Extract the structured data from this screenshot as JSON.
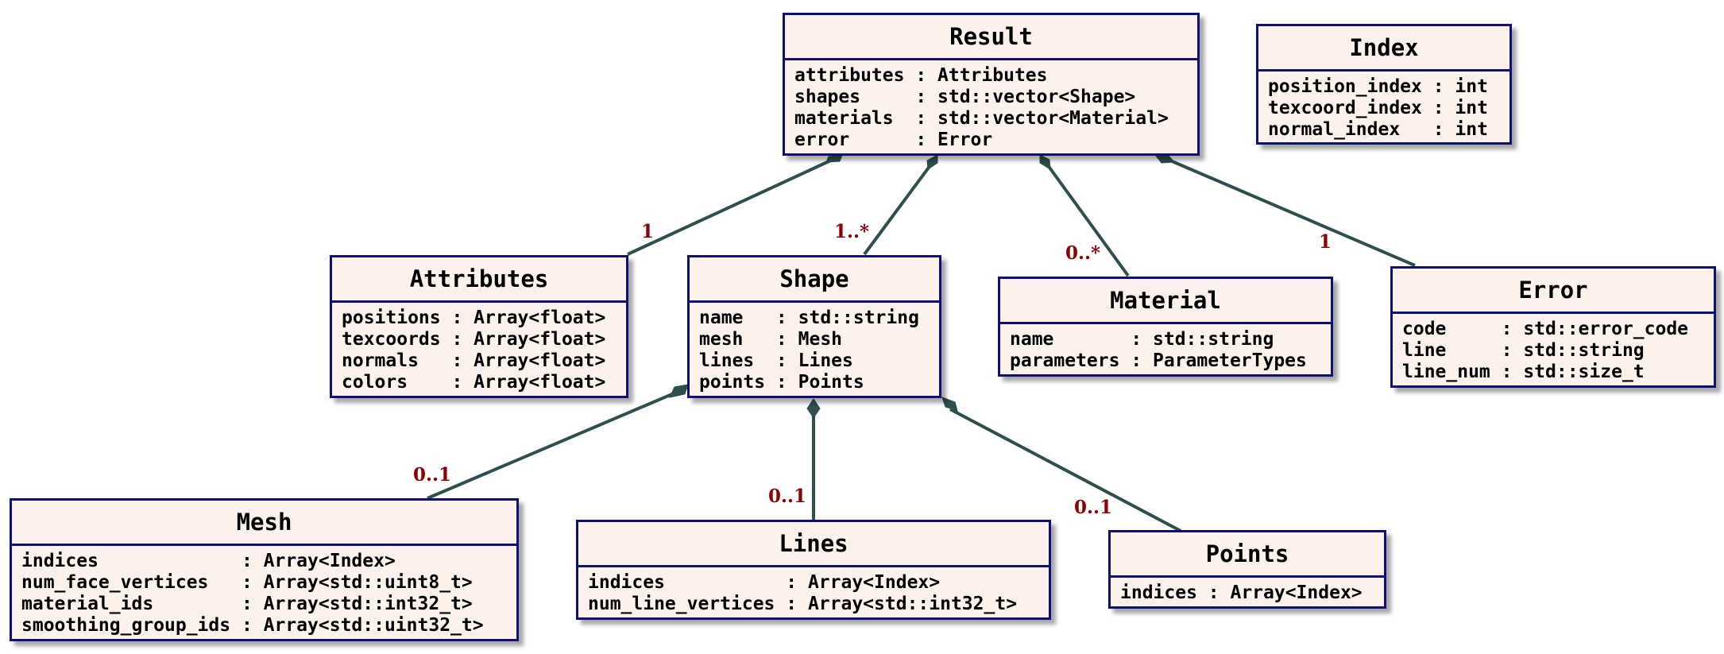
{
  "colors": {
    "class_fill": "#fdf1ec",
    "class_border": "#0f0f7a",
    "link": "#2f4f4f",
    "multiplicity": "#8b0000"
  },
  "classes": {
    "result": {
      "name": "Result",
      "attributes": [
        "attributes : Attributes",
        "shapes     : std::vector<Shape>",
        "materials  : std::vector<Material>",
        "error      : Error"
      ]
    },
    "index": {
      "name": "Index",
      "attributes": [
        "position_index : int",
        "texcoord_index : int",
        "normal_index   : int"
      ]
    },
    "attributes": {
      "name": "Attributes",
      "attributes": [
        "positions : Array<float>",
        "texcoords : Array<float>",
        "normals   : Array<float>",
        "colors    : Array<float>"
      ]
    },
    "shape": {
      "name": "Shape",
      "attributes": [
        "name   : std::string",
        "mesh   : Mesh",
        "lines  : Lines",
        "points : Points"
      ]
    },
    "material": {
      "name": "Material",
      "attributes": [
        "name       : std::string",
        "parameters : ParameterTypes"
      ]
    },
    "error": {
      "name": "Error",
      "attributes": [
        "code     : std::error_code",
        "line     : std::string",
        "line_num : std::size_t"
      ]
    },
    "mesh": {
      "name": "Mesh",
      "attributes": [
        "indices             : Array<Index>",
        "num_face_vertices   : Array<std::uint8_t>",
        "material_ids        : Array<std::int32_t>",
        "smoothing_group_ids : Array<std::uint32_t>"
      ]
    },
    "lines": {
      "name": "Lines",
      "attributes": [
        "indices           : Array<Index>",
        "num_line_vertices : Array<std::int32_t>"
      ]
    },
    "points": {
      "name": "Points",
      "attributes": [
        "indices : Array<Index>"
      ]
    }
  },
  "multiplicities": {
    "result_attributes": "1",
    "result_shape": "1..*",
    "result_material": "0..*",
    "result_error": "1",
    "shape_mesh": "0..1",
    "shape_lines": "0..1",
    "shape_points": "0..1"
  }
}
